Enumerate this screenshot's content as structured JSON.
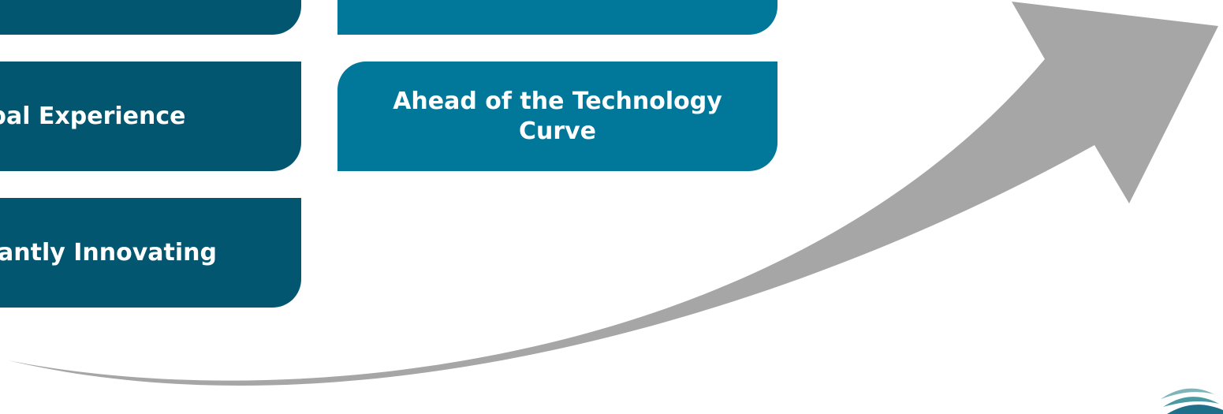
{
  "boxes": {
    "top_left": "",
    "top_right": "",
    "middle_left": "bal Experience",
    "middle_right": "Ahead of the Technology Curve",
    "bottom_left": "antly Innovating"
  },
  "colors": {
    "dark_teal": "#03566f",
    "light_teal": "#01779a",
    "arrow_gray": "#a6a6a6",
    "logo_light": "#7fb5b8",
    "logo_mid": "#4a9aa3",
    "logo_dark": "#1d6f8a"
  },
  "icons": [
    "growth-arrow",
    "wave-logo-icon"
  ]
}
